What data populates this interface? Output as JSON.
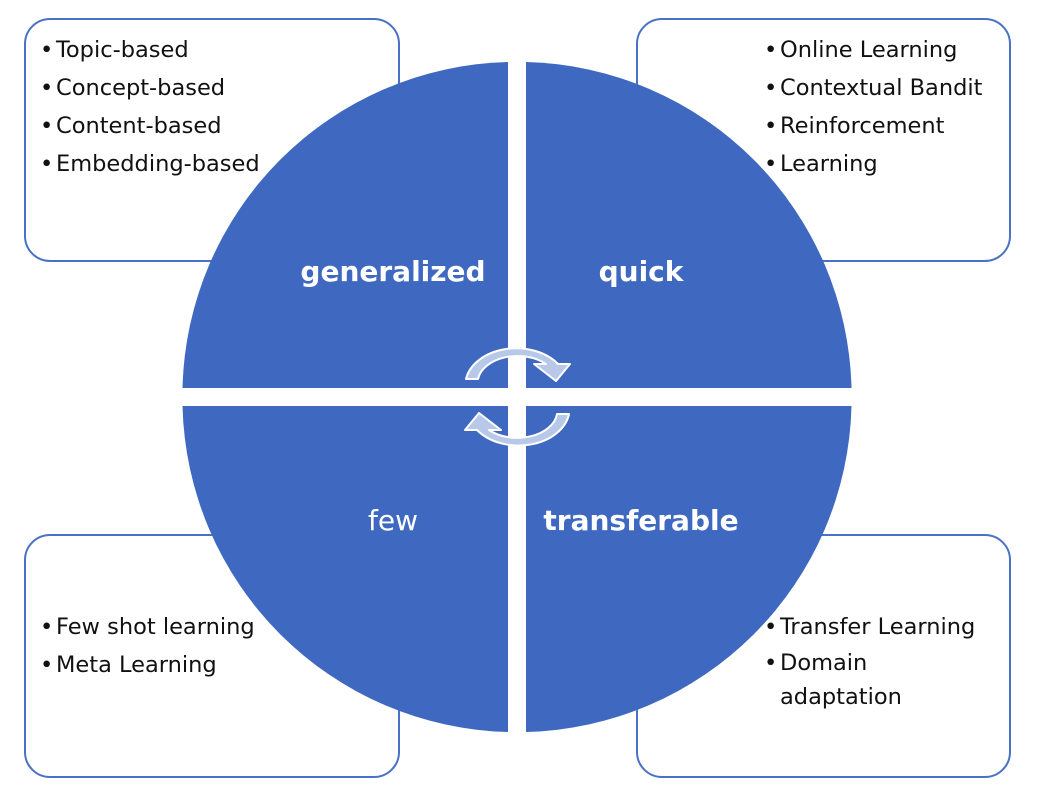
{
  "colors": {
    "quadrant": "#3f69c0",
    "box_border": "#4a72c4",
    "arrow": "#b7c8e8"
  },
  "quadrants": {
    "top_left": {
      "label": "generalized",
      "items": [
        "Topic-based",
        "Concept-based",
        "Content-based",
        "Embedding-based"
      ]
    },
    "top_right": {
      "label": "quick",
      "items": [
        "Online Learning",
        "Contextual Bandit",
        "Reinforcement",
        "Learning"
      ]
    },
    "bottom_left": {
      "label": "few",
      "items": [
        "Few shot learning",
        "Meta Learning"
      ]
    },
    "bottom_right": {
      "label": "transferable",
      "items": [
        "Transfer Learning",
        "Domain adaptation"
      ]
    }
  }
}
